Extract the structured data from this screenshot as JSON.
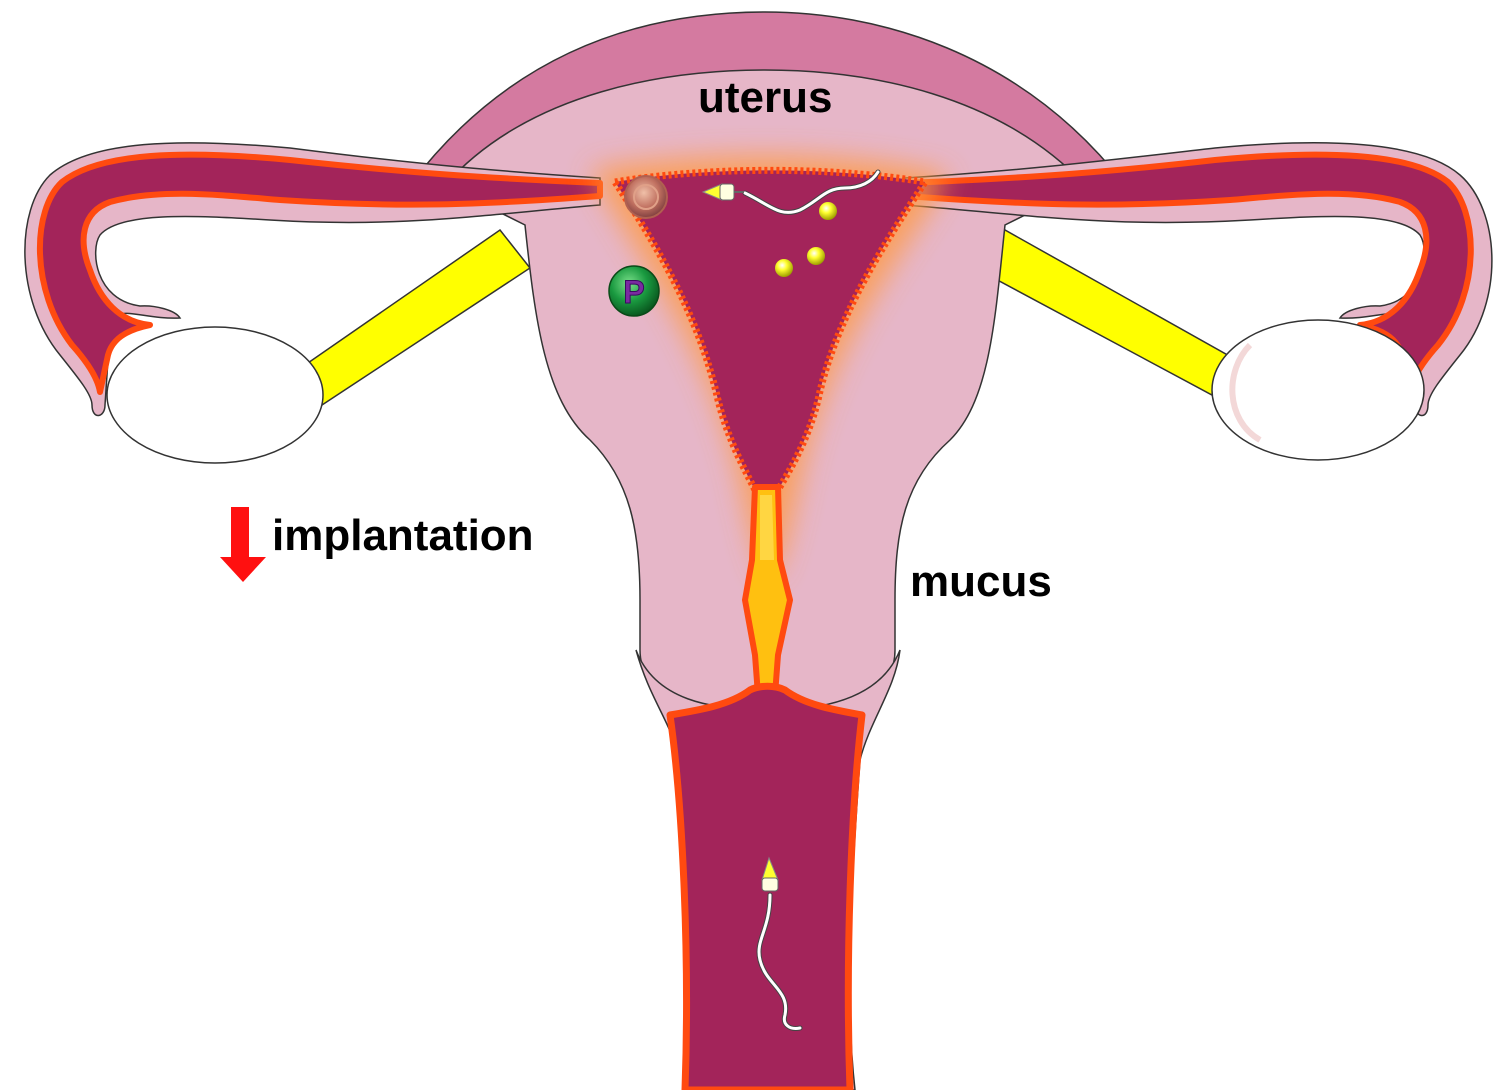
{
  "labels": {
    "uterus": "uterus",
    "mucus": "mucus",
    "implantation": "implantation"
  },
  "marker": {
    "progesterone_letter": "P"
  },
  "indicators": {
    "implantation_direction": "down"
  },
  "colors": {
    "wall": "#e6b6c8",
    "fundus": "#d47aa0",
    "lining": "#a3245a",
    "edge": "#ff4a10",
    "glow": "#ff9a40",
    "tube_ligament": "#ffff00",
    "mucus": "#ffc010",
    "ovary": "#ffffff",
    "arrow": "#ff1010",
    "p_marker": "#1a9a40",
    "p_letter": "#7a2aa0"
  }
}
